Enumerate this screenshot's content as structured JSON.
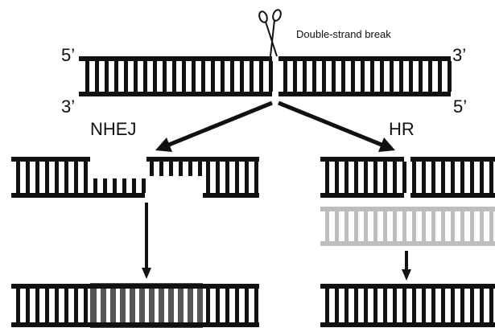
{
  "labels": {
    "top_left_end": "5’",
    "top_right_end": "3’",
    "bottom_left_end": "3’",
    "bottom_right_end": "5’",
    "break_label": "Double-strand break",
    "nhej": "NHEJ",
    "hr": "HR"
  },
  "icons": {
    "scissors": "scissors-icon"
  },
  "colors": {
    "dna": "#111111",
    "template": "#bdbdbd",
    "repair_patch": "#555555",
    "background": "#ffffff"
  }
}
